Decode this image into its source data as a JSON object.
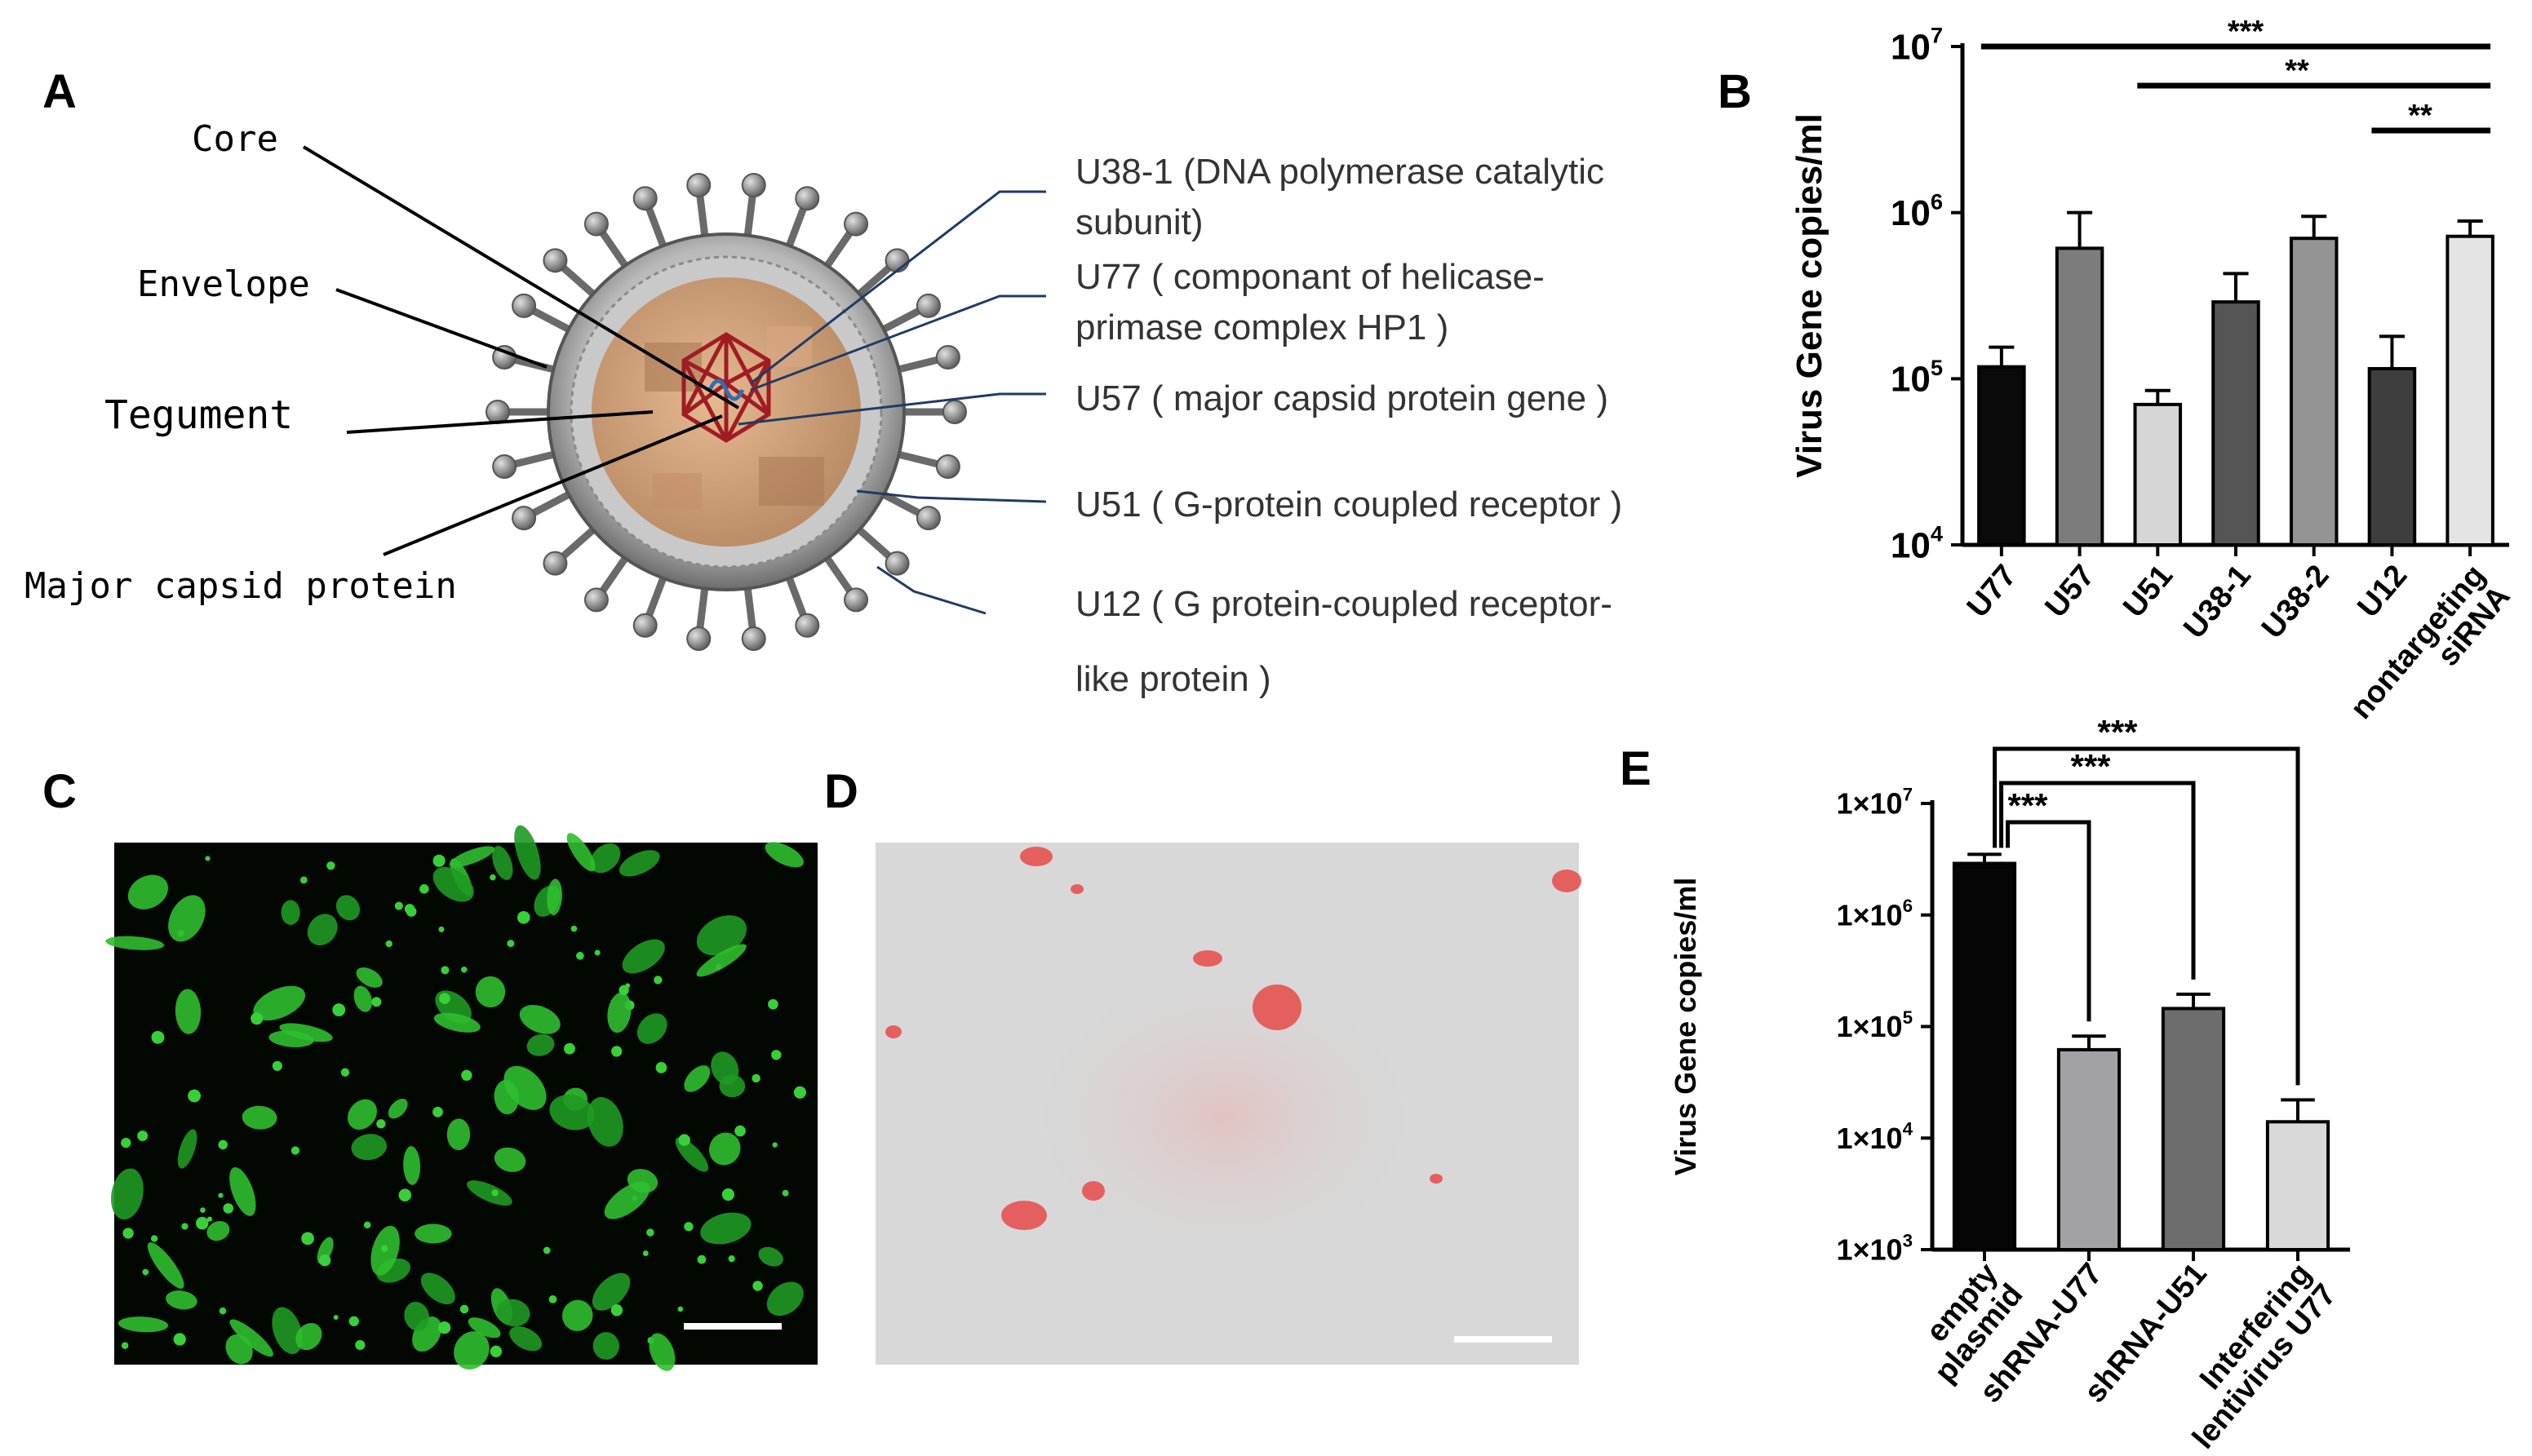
{
  "panels": {
    "A": {
      "letter": "A",
      "left_labels": [
        "Core",
        "Envelope",
        "Tegument",
        "Major capsid protein"
      ],
      "right_labels": [
        [
          "U38-1 (DNA polymerase catalytic",
          "subunit)"
        ],
        [
          "U77 ( componant of helicase-",
          "primase complex HP1 )"
        ],
        [
          "U57 ( major capsid protein gene )"
        ],
        [
          "U51 ( G-protein coupled receptor )"
        ],
        [
          "U12 ( G protein-coupled receptor-",
          "like protein )"
        ]
      ]
    },
    "C": {
      "letter": "C"
    },
    "D": {
      "letter": "D"
    }
  },
  "chart_data": [
    {
      "panel": "B",
      "type": "bar",
      "ylabel": "Virus Gene copies/ml",
      "yscale": "log",
      "ylim": [
        10000,
        10000000
      ],
      "yticks": [
        {
          "base": "10",
          "exp": "4"
        },
        {
          "base": "10",
          "exp": "5"
        },
        {
          "base": "10",
          "exp": "6"
        },
        {
          "base": "10",
          "exp": "7"
        }
      ],
      "categories": [
        "U77",
        "U57",
        "U51",
        "U38-1",
        "U38-2",
        "U12",
        [
          "nontargeting",
          "siRNA"
        ]
      ],
      "values": [
        118000,
        610000,
        70000,
        290000,
        700000,
        115000,
        720000
      ],
      "errors_upper": [
        155000,
        1000000,
        85000,
        430000,
        950000,
        180000,
        890000
      ],
      "colors": [
        "#0a0a0a",
        "#7c7c7c",
        "#d6d6d6",
        "#555555",
        "#949494",
        "#3e3e3e",
        "#e4e4e4"
      ],
      "significance": [
        {
          "from": 0,
          "to": 6,
          "label": "***"
        },
        {
          "from": 2,
          "to": 6,
          "label": "**"
        },
        {
          "from": 5,
          "to": 6,
          "label": "**"
        }
      ]
    },
    {
      "panel": "E",
      "type": "bar",
      "ylabel": "Virus Gene copies/ml",
      "yscale": "log",
      "ylim": [
        1000,
        10000000
      ],
      "yticks": [
        {
          "base": "1×10",
          "exp": "3"
        },
        {
          "base": "1×10",
          "exp": "4"
        },
        {
          "base": "1×10",
          "exp": "5"
        },
        {
          "base": "1×10",
          "exp": "6"
        },
        {
          "base": "1×10",
          "exp": "7"
        }
      ],
      "categories": [
        [
          "empty",
          "plasmid"
        ],
        [
          "shRNA-U77"
        ],
        [
          "shRNA-U51"
        ],
        [
          "Interfering",
          "lentivirus U77"
        ]
      ],
      "values": [
        2900000,
        62000,
        145000,
        14000
      ],
      "errors_upper": [
        3500000,
        82000,
        195000,
        22000
      ],
      "colors": [
        "#050505",
        "#a2a2a6",
        "#6d6d6d",
        "#d9d9d9"
      ],
      "significance": [
        {
          "from": 0,
          "to": 1,
          "label": "***"
        },
        {
          "from": 0,
          "to": 2,
          "label": "***"
        },
        {
          "from": 0,
          "to": 3,
          "label": "***"
        }
      ]
    }
  ]
}
